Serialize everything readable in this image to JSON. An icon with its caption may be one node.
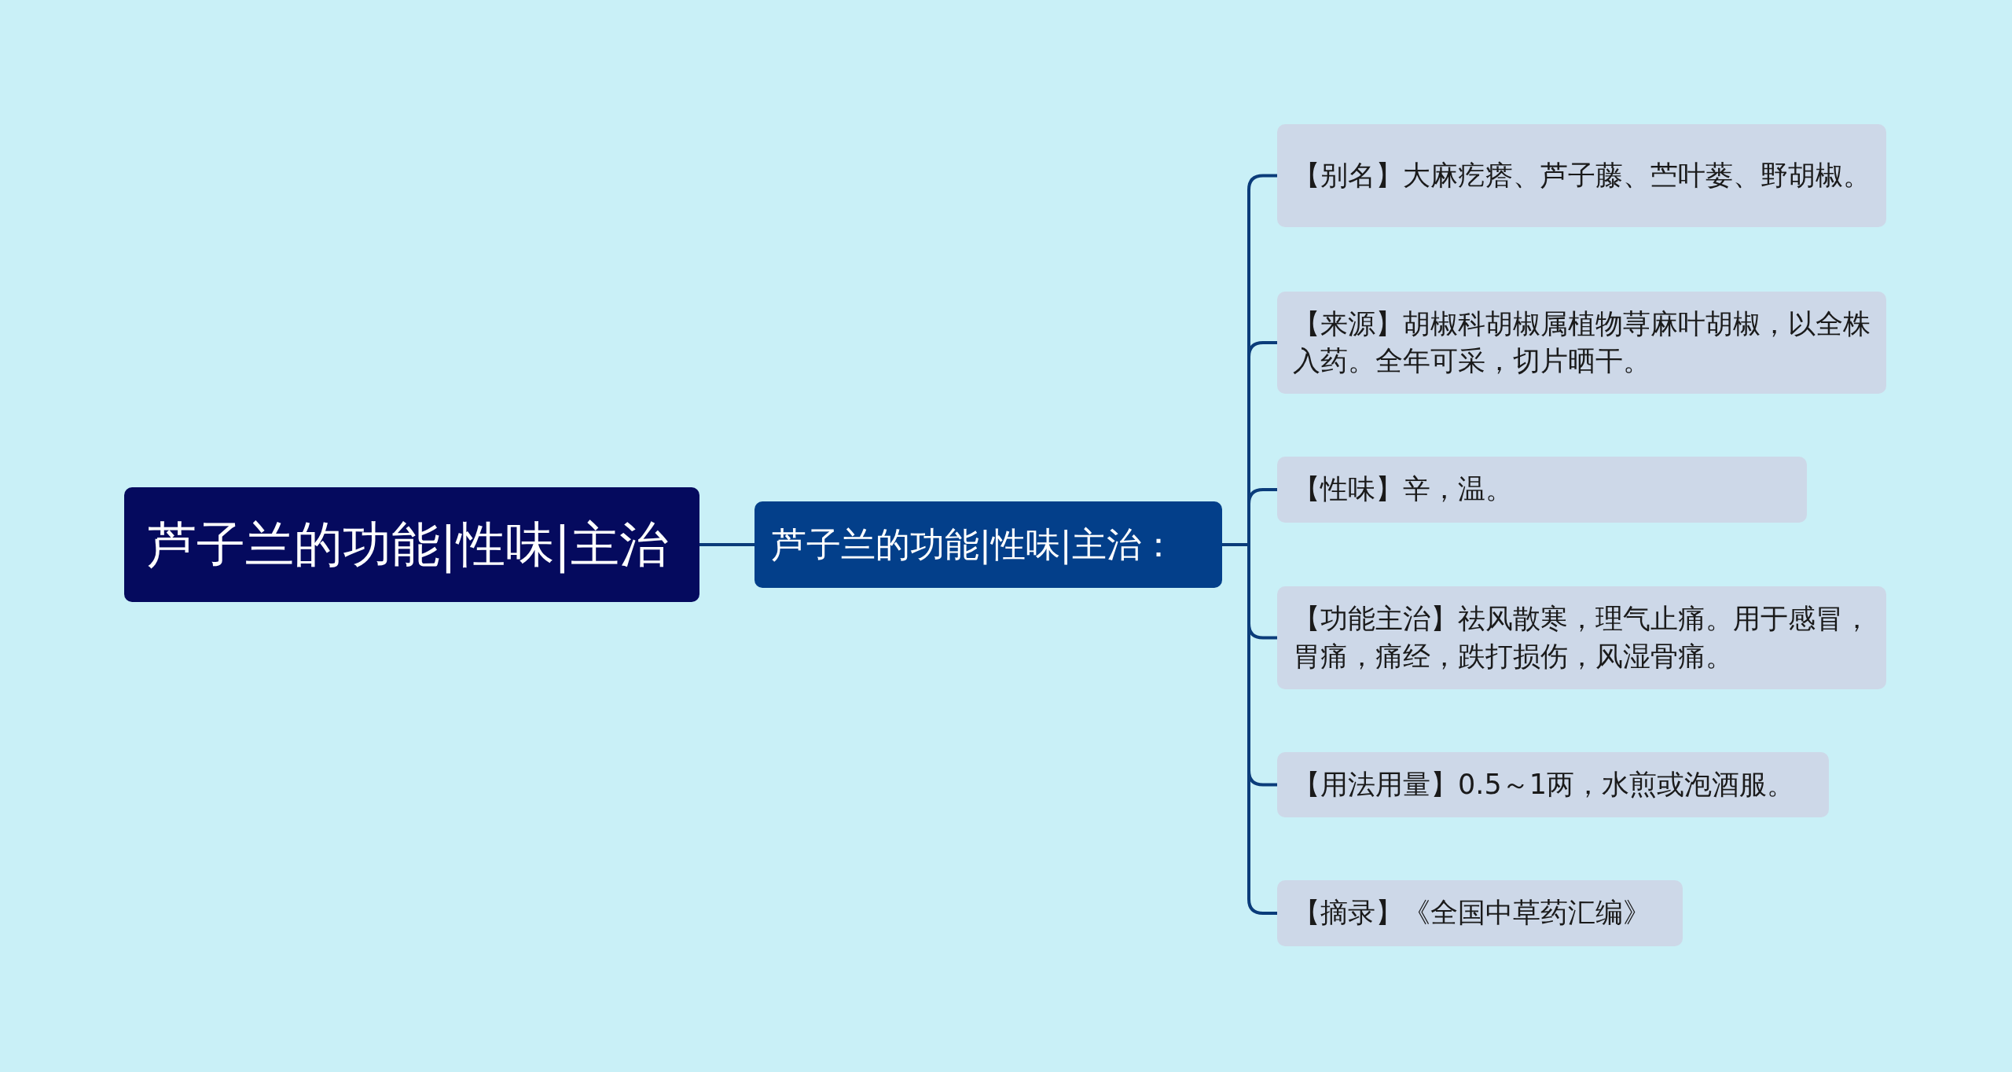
{
  "diagram": {
    "nodes": [
      {
        "text": [
          "芦子兰的功能|性味|主治"
        ]
      },
      {
        "text": [
          "芦子兰的功能|性味|主治："
        ]
      },
      {
        "text": [
          "【别名】大麻疙瘩、芦子藤、苎叶蒌、野胡椒。"
        ]
      },
      {
        "text": [
          "【来源】胡椒科胡椒属植物荨麻叶胡椒，以全株入药。全年可采，切片晒干。"
        ]
      },
      {
        "text": [
          "【性味】辛，温。"
        ]
      },
      {
        "text": [
          "【功能主治】祛风散寒，理气止痛。用于感冒，胃痛，痛经，跌打损伤，风湿骨痛。"
        ]
      },
      {
        "text": [
          "【用法用量】0.5～1两，水煎或泡酒服。"
        ]
      },
      {
        "text": [
          "【摘录】《全国中草药汇编》"
        ]
      }
    ],
    "edges": [
      {
        "from": 0,
        "to": 1,
        "arrow": "none"
      },
      {
        "from": 1,
        "to": 2,
        "arrow": "none"
      },
      {
        "from": 1,
        "to": 3,
        "arrow": "none"
      },
      {
        "from": 1,
        "to": 4,
        "arrow": "none"
      },
      {
        "from": 1,
        "to": 5,
        "arrow": "none"
      },
      {
        "from": 1,
        "to": 6,
        "arrow": "none"
      },
      {
        "from": 1,
        "to": 7,
        "arrow": "none"
      }
    ]
  }
}
